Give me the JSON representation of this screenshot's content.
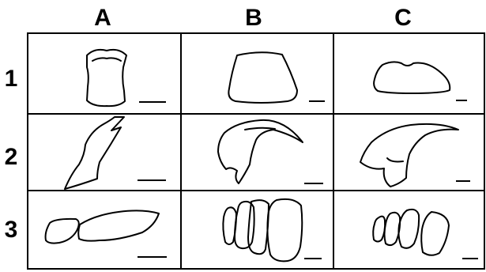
{
  "columns": [
    "A",
    "B",
    "C"
  ],
  "rows": [
    "1",
    "2",
    "3"
  ]
}
